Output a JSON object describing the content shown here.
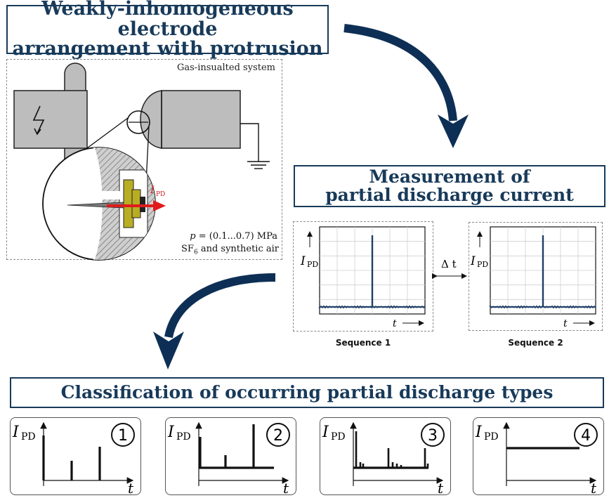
{
  "titles": {
    "electrode_line1": "Weakly-inhomogeneous electrode",
    "electrode_line2": "arrangement with protrusion",
    "measurement_line1": "Measurement of",
    "measurement_line2": "partial discharge current",
    "classification": "Classification of occurring partial discharge types"
  },
  "gis": {
    "system_label": "Gas-insualted system",
    "current_symbol": "I",
    "current_subscript": "PD",
    "pressure_symbol": "p",
    "pressure_value": " = (0.1...0.7) MPa",
    "medium_prefix": "SF",
    "medium_subscript": "6",
    "medium_suffix": " and synthetic air"
  },
  "measurement": {
    "delta_t": "Δ t",
    "sequence_1": "Sequence 1",
    "sequence_2": "Sequence 2",
    "y_symbol": "I",
    "y_subscript": "PD",
    "x_symbol": "t"
  },
  "pd_types": [
    {
      "number": "1",
      "y_symbol": "I",
      "y_subscript": "PD",
      "x_symbol": "t"
    },
    {
      "number": "2",
      "y_symbol": "I",
      "y_subscript": "PD",
      "x_symbol": "t"
    },
    {
      "number": "3",
      "y_symbol": "I",
      "y_subscript": "PD",
      "x_symbol": "t"
    },
    {
      "number": "4",
      "y_symbol": "I",
      "y_subscript": "PD",
      "x_symbol": "t"
    }
  ],
  "colors": {
    "title_navy": "#183a5a",
    "arrow_navy": "#0e2f55",
    "current_arrow_red": "#e01b1b",
    "electrode_olive": "#b9ad24",
    "housing_gray": "#bdbdbd",
    "trace_navy": "#1d3f66"
  }
}
